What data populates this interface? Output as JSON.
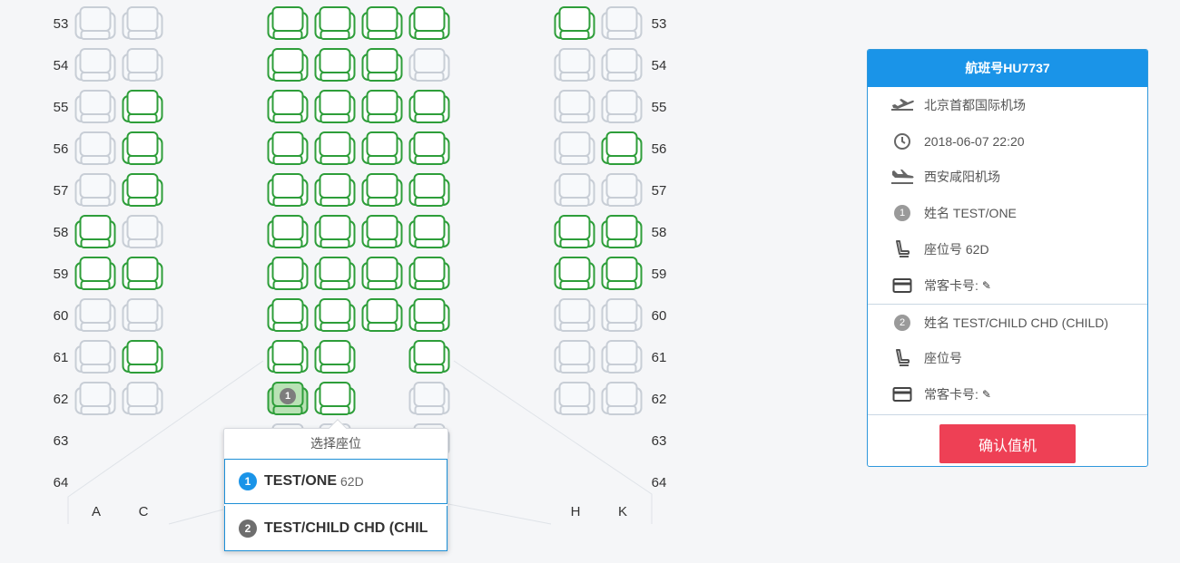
{
  "cabin": {
    "rows": [
      "53",
      "54",
      "55",
      "56",
      "57",
      "58",
      "59",
      "60",
      "61",
      "62",
      "63",
      "64"
    ],
    "columns": [
      "A",
      "C",
      "H",
      "K"
    ],
    "colors": {
      "available": "#2e9e3a",
      "occupied": "#c8ced6",
      "selected_fill": "#b9e2b5"
    }
  },
  "popup": {
    "title": "选择座位",
    "passengers": [
      {
        "num": "1",
        "name": "TEST/ONE",
        "seat": "62D",
        "color": "#1a94e8"
      },
      {
        "num": "2",
        "name": "TEST/CHILD CHD (CHIL",
        "seat": "",
        "color": "#6e6e6e"
      }
    ]
  },
  "panel": {
    "flight_title": "航班号HU7737",
    "departure": "北京首都国际机场",
    "datetime": "2018-06-07 22:20",
    "arrival": "西安咸阳机场",
    "passengers": [
      {
        "num": "1",
        "name": "姓名 TEST/ONE",
        "seat": "座位号 62D",
        "ffp": "常客卡号:"
      },
      {
        "num": "2",
        "name": "姓名 TEST/CHILD CHD (CHILD)",
        "seat": "座位号",
        "ffp": "常客卡号:"
      }
    ],
    "confirm_label": "确认值机"
  },
  "icons": {
    "takeoff": "takeoff-icon",
    "clock": "clock-icon",
    "landing": "landing-icon",
    "seat": "seat-icon",
    "card": "card-icon",
    "edit": "pencil-icon"
  }
}
